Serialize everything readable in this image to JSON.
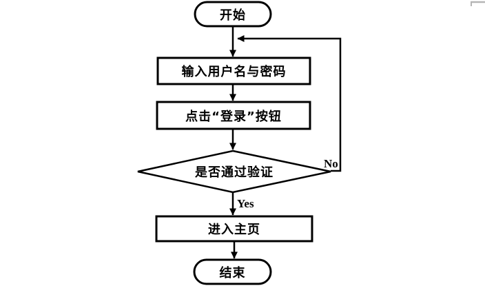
{
  "diagram": {
    "type": "flowchart",
    "title": "login-verification-flow",
    "nodes": {
      "start": {
        "label": "开始",
        "shape": "stadium"
      },
      "input": {
        "label": "输入用户名与密码",
        "shape": "rect"
      },
      "click": {
        "label": "点击“登录”按钮",
        "shape": "rect"
      },
      "verify": {
        "label": "是否通过验证",
        "shape": "diamond"
      },
      "home": {
        "label": "进入主页",
        "shape": "rect"
      },
      "end": {
        "label": "结束",
        "shape": "stadium"
      }
    },
    "edges": {
      "yes_label": "Yes",
      "no_label": "No"
    },
    "colors": {
      "stroke": "#000000",
      "node_fill": "#ffffff",
      "background": "#ffffff",
      "crop_fragment_grey": "#b5b5b5"
    }
  }
}
